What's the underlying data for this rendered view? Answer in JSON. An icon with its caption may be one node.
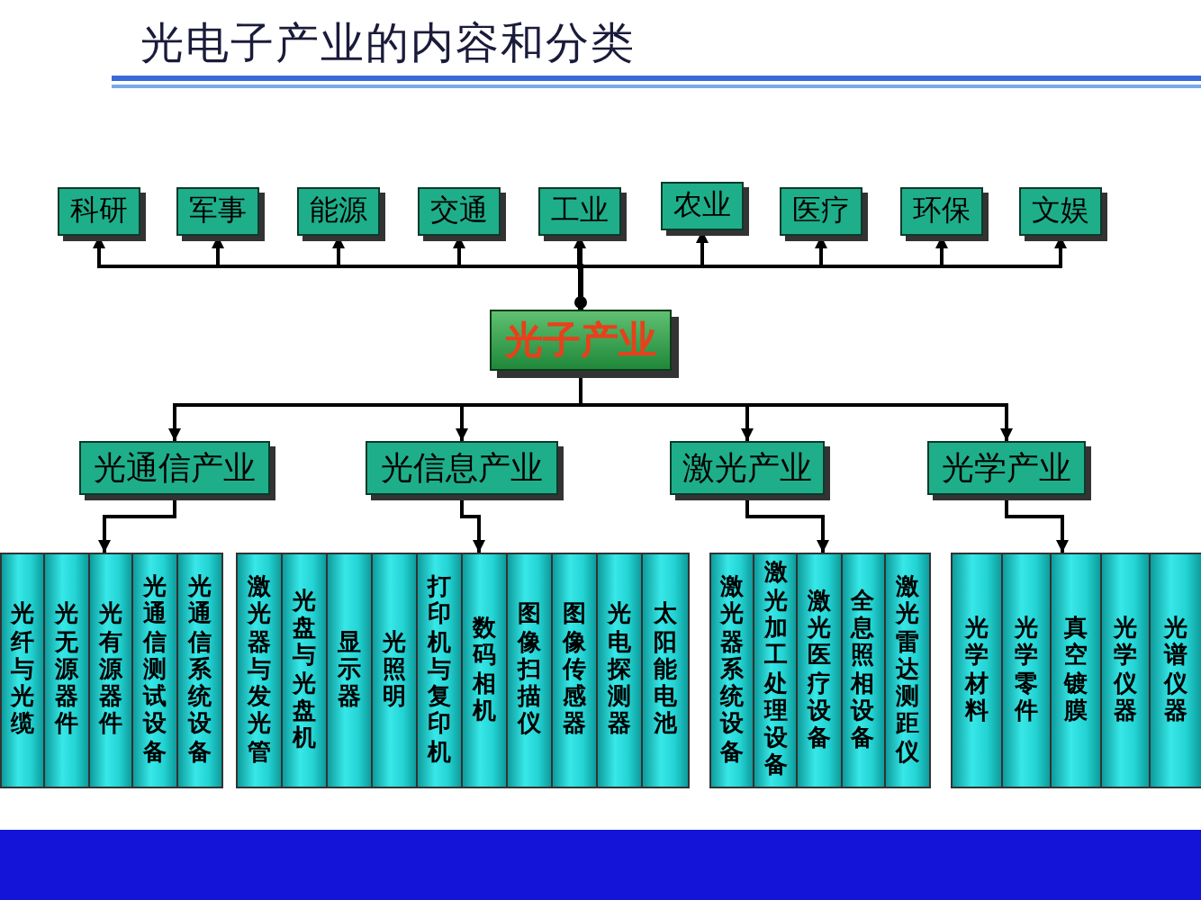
{
  "diagram": {
    "title": "光电子产业的内容和分类",
    "nodes": [
      {
        "text": [
          "科研"
        ]
      },
      {
        "text": [
          "军事"
        ]
      },
      {
        "text": [
          "能源"
        ]
      },
      {
        "text": [
          "交通"
        ]
      },
      {
        "text": [
          "工业"
        ]
      },
      {
        "text": [
          "农业"
        ]
      },
      {
        "text": [
          "医疗"
        ]
      },
      {
        "text": [
          "环保"
        ]
      },
      {
        "text": [
          "文娱"
        ]
      },
      {
        "text": [
          "光子产业"
        ]
      },
      {
        "text": [
          "光通信产业"
        ]
      },
      {
        "text": [
          "光信息产业"
        ]
      },
      {
        "text": [
          "激光产业"
        ]
      },
      {
        "text": [
          "光学产业"
        ]
      },
      {
        "text": [],
        "shape": "box"
      },
      {
        "text": [
          "光纤与光缆"
        ],
        "in": 14
      },
      {
        "text": [
          "光无源器件"
        ],
        "in": 14
      },
      {
        "text": [
          "光有源器件"
        ],
        "in": 14
      },
      {
        "text": [
          "光通信测试设备"
        ],
        "in": 14
      },
      {
        "text": [
          "光通信系统设备"
        ],
        "in": 14
      },
      {
        "text": [],
        "shape": "box"
      },
      {
        "text": [
          "激光器与发光管"
        ],
        "in": 20
      },
      {
        "text": [
          "光盘与光盘机"
        ],
        "in": 20
      },
      {
        "text": [
          "显示器"
        ],
        "in": 20
      },
      {
        "text": [
          "光照明"
        ],
        "in": 20
      },
      {
        "text": [
          "打印机与复印机"
        ],
        "in": 20
      },
      {
        "text": [
          "数码相机"
        ],
        "in": 20
      },
      {
        "text": [
          "图像扫描仪"
        ],
        "in": 20
      },
      {
        "text": [
          "图像传感器"
        ],
        "in": 20
      },
      {
        "text": [
          "光电探测器"
        ],
        "in": 20
      },
      {
        "text": [
          "太阳能电池"
        ],
        "in": 20
      },
      {
        "text": [],
        "shape": "box"
      },
      {
        "text": [
          "激光器系统设备"
        ],
        "in": 31
      },
      {
        "text": [
          "激光加工处理设备"
        ],
        "in": 31
      },
      {
        "text": [
          "激光医疗设备"
        ],
        "in": 31
      },
      {
        "text": [
          "全息照相设备"
        ],
        "in": 31
      },
      {
        "text": [
          "激光雷达测距仪"
        ],
        "in": 31
      },
      {
        "text": [],
        "shape": "box"
      },
      {
        "text": [
          "光学材料"
        ],
        "in": 37
      },
      {
        "text": [
          "光学零件"
        ],
        "in": 37
      },
      {
        "text": [
          "真空镀膜"
        ],
        "in": 37
      },
      {
        "text": [
          "光学仪器"
        ],
        "in": 37
      },
      {
        "text": [
          "光谱仪器"
        ],
        "in": 37
      }
    ],
    "edges": [
      {
        "from": 9,
        "to": 0,
        "arrow": "to"
      },
      {
        "from": 9,
        "to": 1,
        "arrow": "to"
      },
      {
        "from": 9,
        "to": 2,
        "arrow": "to"
      },
      {
        "from": 9,
        "to": 3,
        "arrow": "to"
      },
      {
        "from": 9,
        "to": 4,
        "arrow": "to"
      },
      {
        "from": 9,
        "to": 5,
        "arrow": "to"
      },
      {
        "from": 9,
        "to": 6,
        "arrow": "to"
      },
      {
        "from": 9,
        "to": 7,
        "arrow": "to"
      },
      {
        "from": 9,
        "to": 8,
        "arrow": "to"
      },
      {
        "from": 9,
        "to": 10,
        "arrow": "to"
      },
      {
        "from": 9,
        "to": 11,
        "arrow": "to"
      },
      {
        "from": 9,
        "to": 12,
        "arrow": "to"
      },
      {
        "from": 9,
        "to": 13,
        "arrow": "to"
      },
      {
        "from": 10,
        "to": 14,
        "arrow": "to"
      },
      {
        "from": 11,
        "to": 20,
        "arrow": "to"
      },
      {
        "from": 12,
        "to": 31,
        "arrow": "to"
      },
      {
        "from": 13,
        "to": 37,
        "arrow": "to"
      }
    ]
  }
}
